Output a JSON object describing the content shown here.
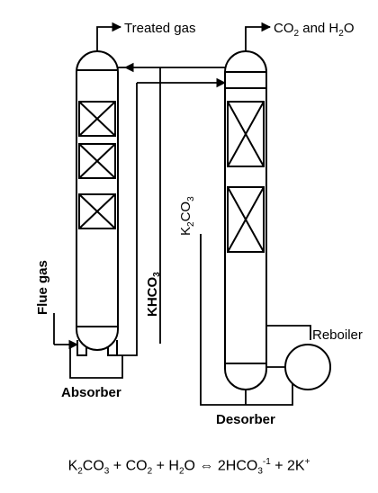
{
  "labels": {
    "treated_gas": "Treated gas",
    "co2_h2o": {
      "a": "CO",
      "a_sub": "2",
      "b": " and H",
      "b_sub": "2",
      "c": "O"
    },
    "flue_gas": "Flue gas",
    "khco3": {
      "a": "KHCO",
      "a_sub": "3"
    },
    "k2co3": {
      "a": "K",
      "a_sub": "2",
      "b": "CO",
      "b_sub": "3"
    },
    "reboiler": "Reboiler",
    "absorber": "Absorber",
    "desorber": "Desorber"
  },
  "equation": {
    "k2co3": {
      "a": "K",
      "a_sub": "2",
      "b": "CO",
      "b_sub": "3"
    },
    "plus1": " + ",
    "co2": {
      "a": "CO",
      "a_sub": "2"
    },
    "plus2": " + ",
    "h2o": {
      "a": "H",
      "a_sub": "2",
      "b": "O"
    },
    "arrow": " ⇔ ",
    "hco3": {
      "a": "2HCO",
      "a_sub": "3",
      "a_sup": "-1"
    },
    "plus3": " + ",
    "k": {
      "a": "2K",
      "a_sup": "+"
    }
  }
}
